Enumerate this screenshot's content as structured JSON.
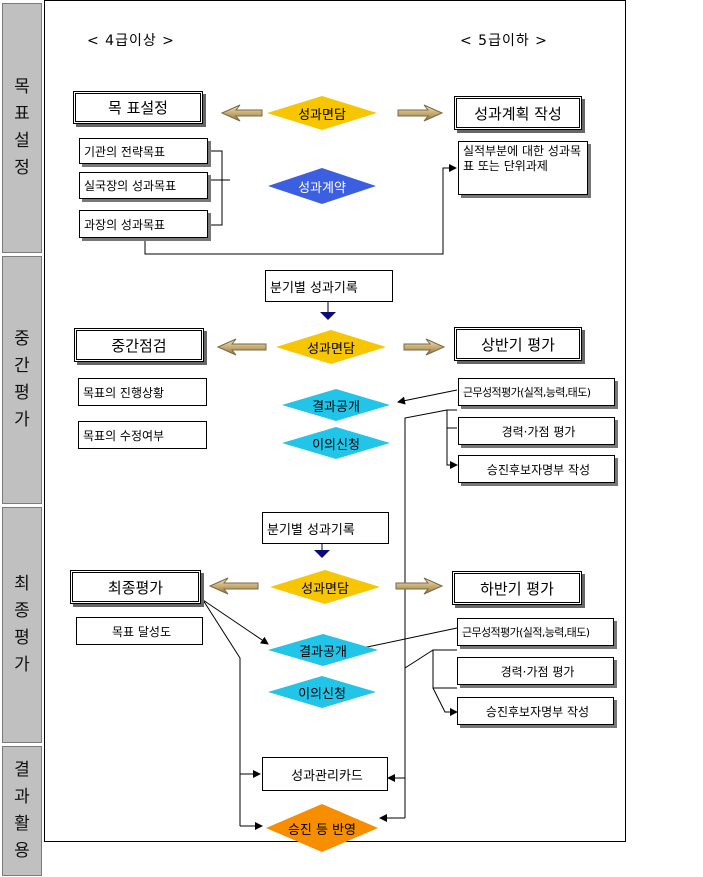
{
  "stages": [
    "목표설정",
    "중간평가",
    "최종평가",
    "결과활용"
  ],
  "headers": {
    "left": "< 4급이상 >",
    "right": "< 5급이하 >"
  },
  "section1": {
    "left_title": "목 표설정",
    "center": "성과면담",
    "right_title": "성과계획 작성",
    "goals": [
      "기관의 전략목표",
      "실국장의 성과목표",
      "과장의 성과목표"
    ],
    "contract": "성과계약",
    "right_detail": "실적부분에 대한 성과목표 또는 단위과제"
  },
  "section2": {
    "record": "분기별 성과기록",
    "left_title": "중간점검",
    "center": "성과면담",
    "right_title": "상반기 평가",
    "checks": [
      "목표의 진행상황",
      "목표의 수정여부"
    ],
    "result": "결과공개",
    "appeal": "이의신청",
    "evals": [
      "근무성적평가(실적,능력,태도)",
      "경력·가점 평가",
      "승진후보자명부 작성"
    ]
  },
  "section3": {
    "record": "분기별 성과기록",
    "left_title": "최종평가",
    "center": "성과면담",
    "right_title": "하반기 평가",
    "achievement": "목표 달성도",
    "result": "결과공개",
    "appeal": "이의신청",
    "evals": [
      "근무성적평가(실적,능력,태도)",
      "경력·가점 평가",
      "승진후보자명부 작성"
    ]
  },
  "section4": {
    "card": "성과관리카드",
    "reflect": "승진 등 반영"
  },
  "colors": {
    "yellow": "#f7c600",
    "blue": "#3b5fe0",
    "cyan": "#22c4e8",
    "orange": "#f78e00",
    "tab": "#c0c0c0"
  }
}
